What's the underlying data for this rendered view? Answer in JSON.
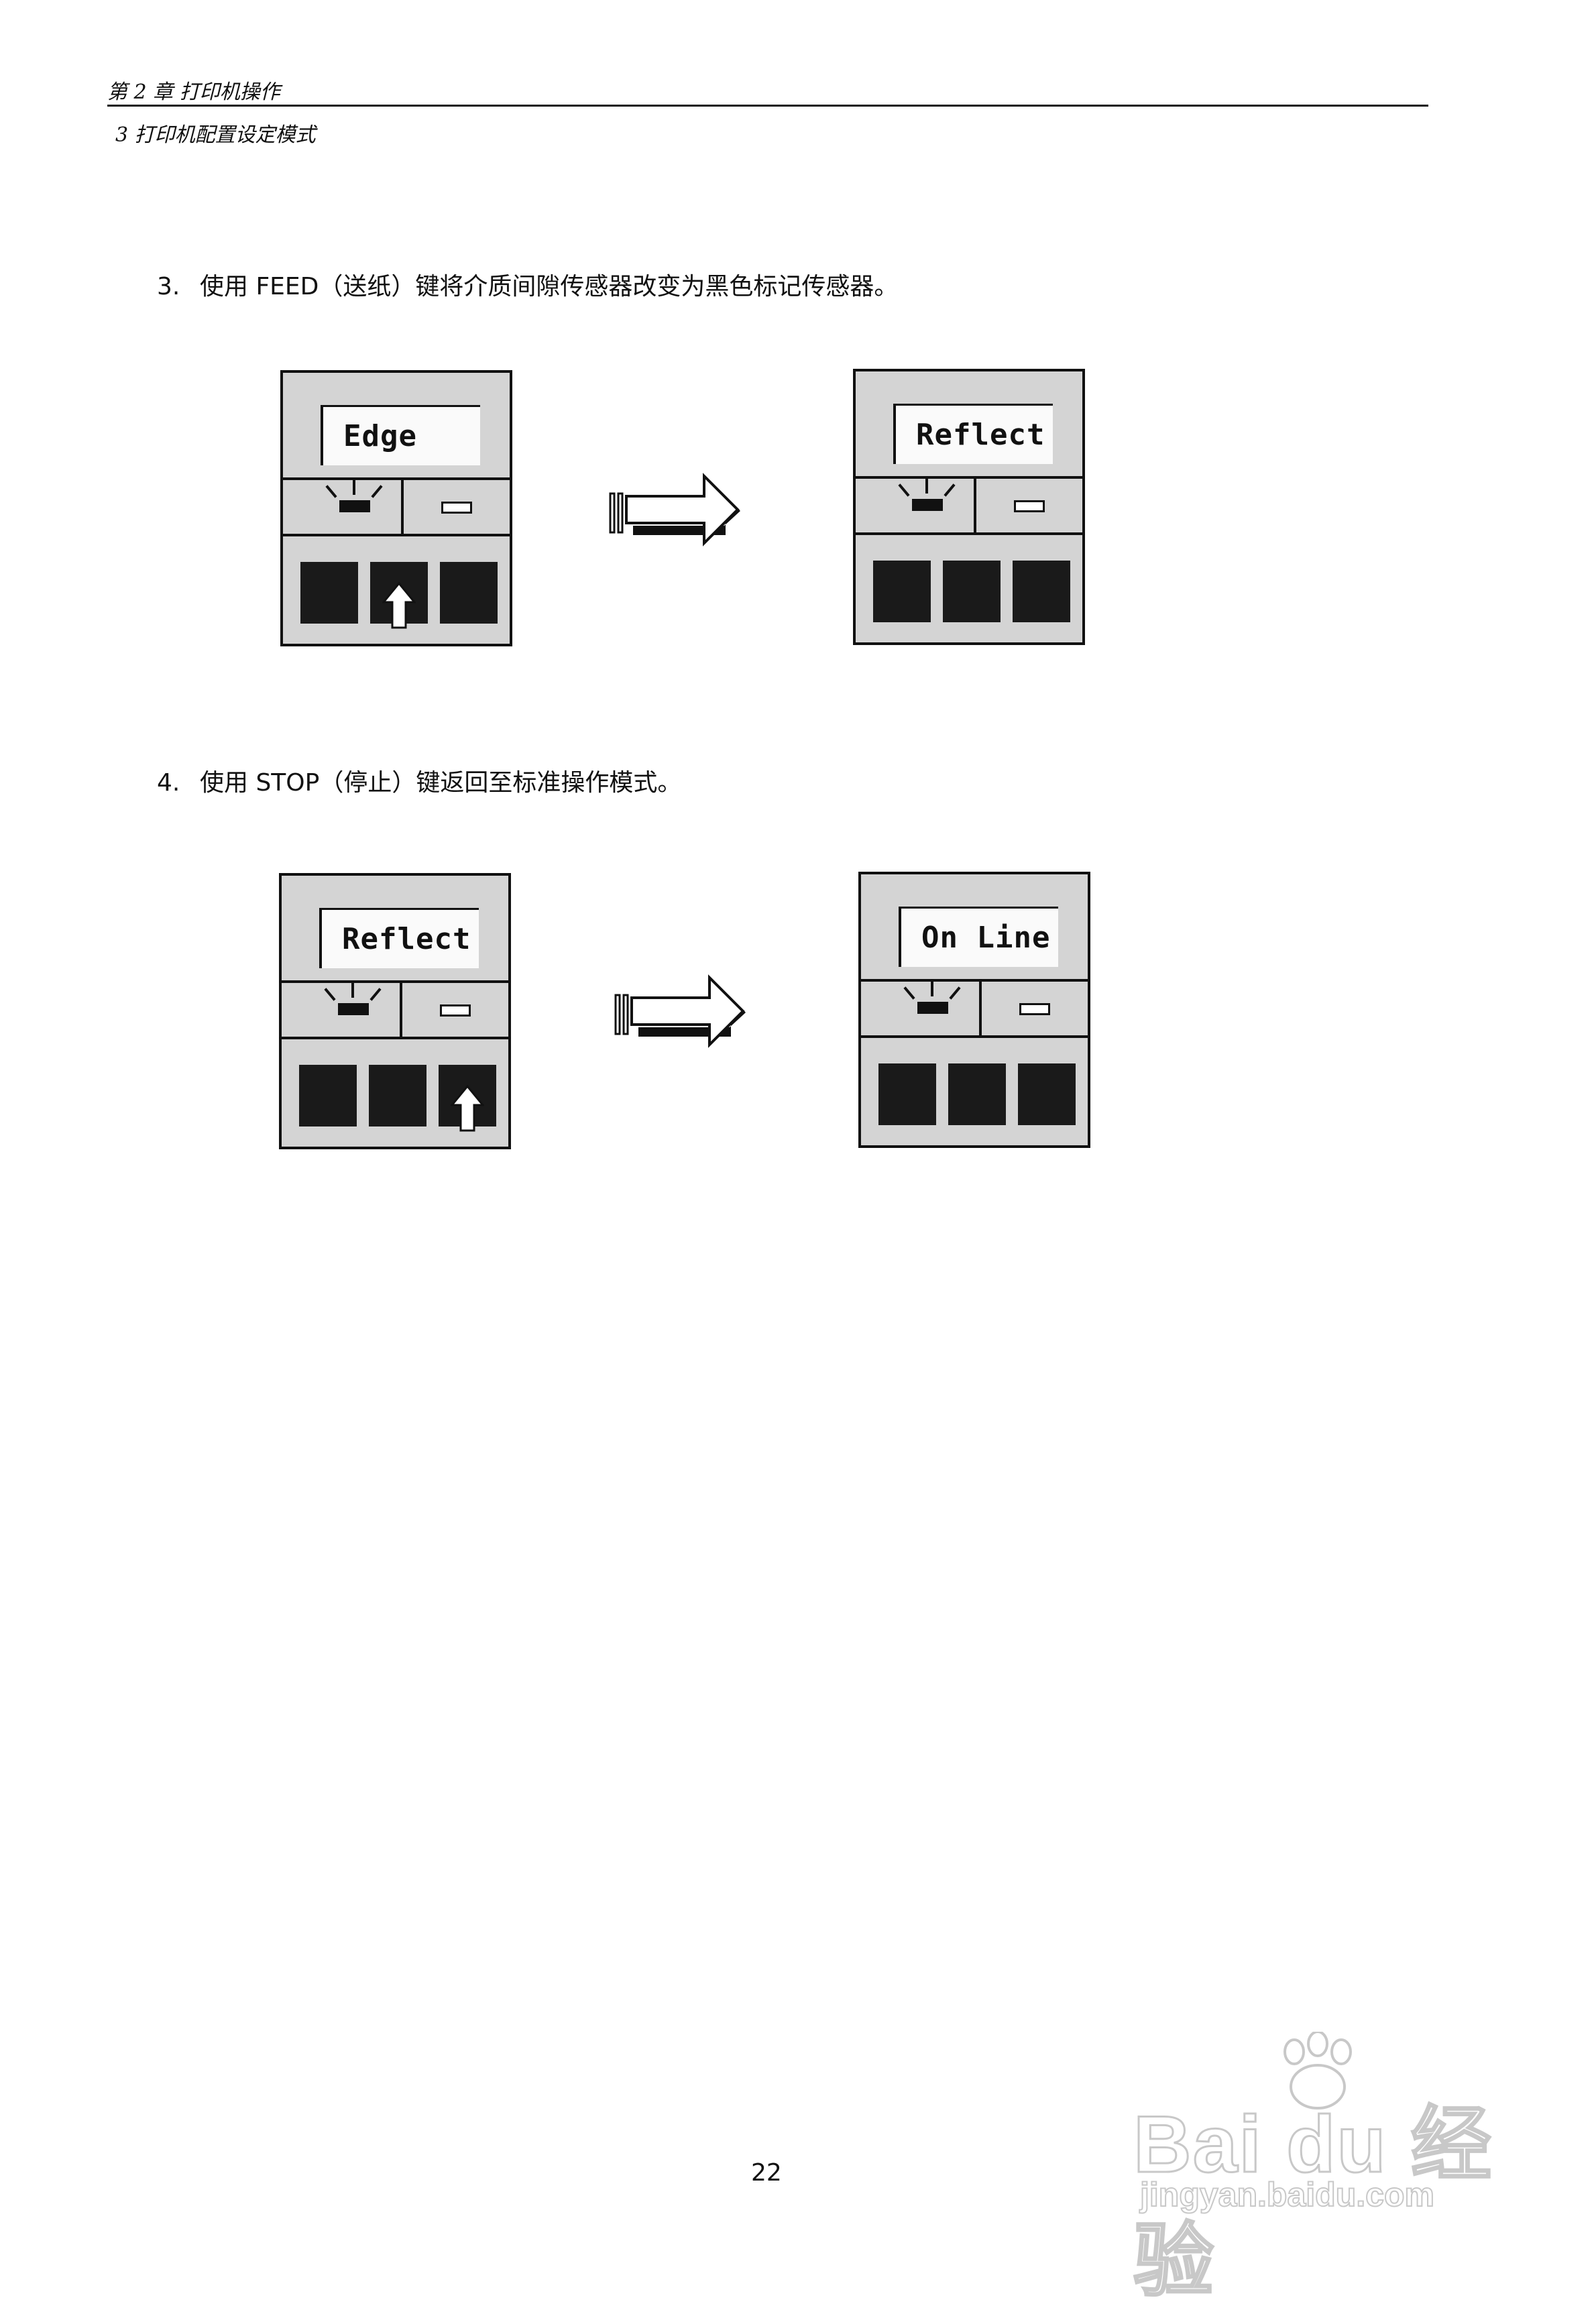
{
  "header": {
    "chapter": "第 2 章  打印机操作",
    "section": "3    打印机配置设定模式"
  },
  "steps": [
    {
      "number": "3.",
      "text": "使用 FEED（送纸）键将介质间隙传感器改变为黑色标记传感器。"
    },
    {
      "number": "4.",
      "text": "使用 STOP（停止）键返回至标准操作模式。"
    }
  ],
  "figures": [
    {
      "before": {
        "display": "Edge",
        "pressed_key": 2
      },
      "after": {
        "display": "Reflect"
      }
    },
    {
      "before": {
        "display": "Reflect",
        "pressed_key": 3
      },
      "after": {
        "display": "On Line"
      }
    }
  ],
  "page_number": "22",
  "watermark": {
    "brand": "Bai du 经验",
    "url": "jingyan.baidu.com"
  },
  "colors": {
    "panel_bg": "#d4d4d4",
    "ink": "#111111"
  }
}
